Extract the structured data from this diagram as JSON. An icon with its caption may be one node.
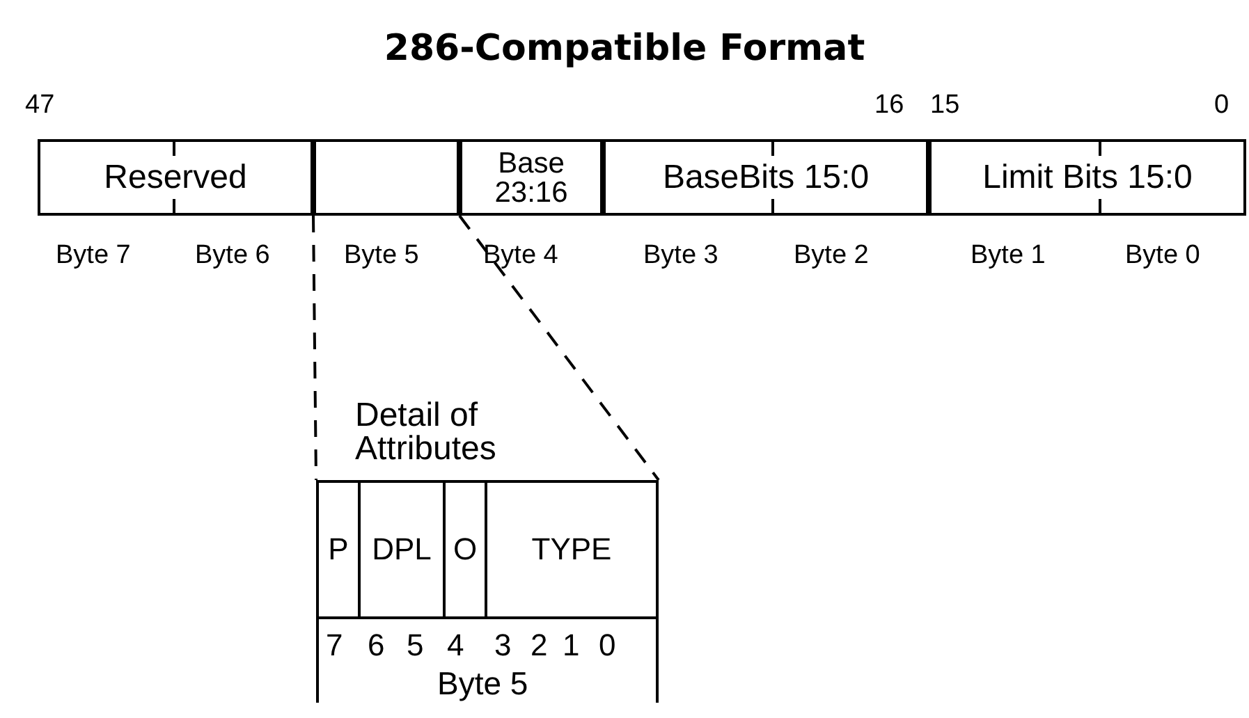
{
  "diagram": {
    "title": "286-Compatible Format",
    "nodes": [
      {
        "text": [
          "Reserved"
        ]
      },
      {
        "text": [],
        "shape": "box"
      },
      {
        "text": [
          "Base 23:16"
        ]
      },
      {
        "text": [
          "BaseBits 15:0"
        ]
      },
      {
        "text": [
          "Limit Bits 15:0"
        ]
      },
      {
        "text": [
          "Detail of Attributes"
        ]
      },
      {
        "text": [
          "P"
        ],
        "in": 5
      },
      {
        "text": [
          "DPL"
        ],
        "in": 5
      },
      {
        "text": [
          "O"
        ],
        "in": 5
      },
      {
        "text": [
          "TYPE"
        ],
        "in": 5
      }
    ],
    "edges": [
      {
        "from": 1,
        "to": 5,
        "arrow": "none",
        "style": "dashed"
      },
      {
        "from": 1,
        "to": 5,
        "arrow": "none",
        "style": "dashed"
      }
    ],
    "labels": [
      "47",
      "16",
      "15",
      "0",
      "Byte 7",
      "Byte 6",
      "Byte 5",
      "Byte 4",
      "Byte 3",
      "Byte 2",
      "Byte 1",
      "Byte 0",
      "7",
      "6",
      "5",
      "4",
      "3",
      "2",
      "1",
      "0",
      "Byte 5"
    ]
  }
}
